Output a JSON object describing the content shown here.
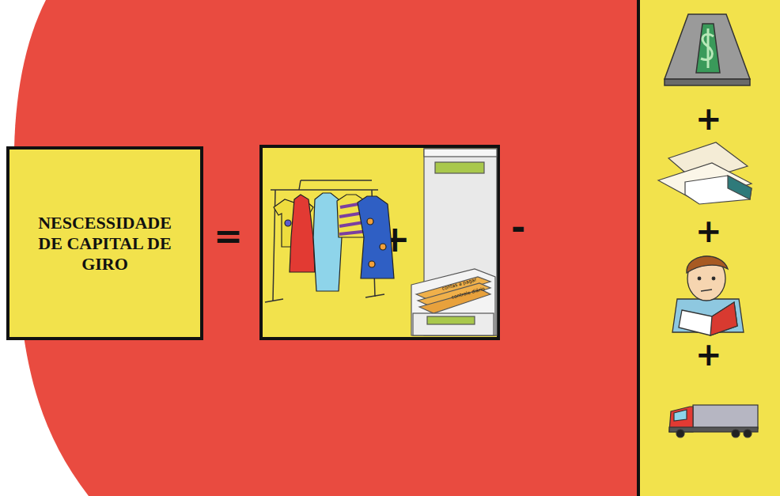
{
  "diagram": {
    "nodes": [
      {
        "text": [
          "NESCESSIDADE DE CAPITAL DE GIRO"
        ]
      },
      {
        "text": [
          "+"
        ]
      },
      {
        "text": [
          "+",
          "+",
          "+"
        ]
      }
    ],
    "labels": [
      "=",
      "-",
      "contas a pagar",
      "controle diário"
    ]
  }
}
